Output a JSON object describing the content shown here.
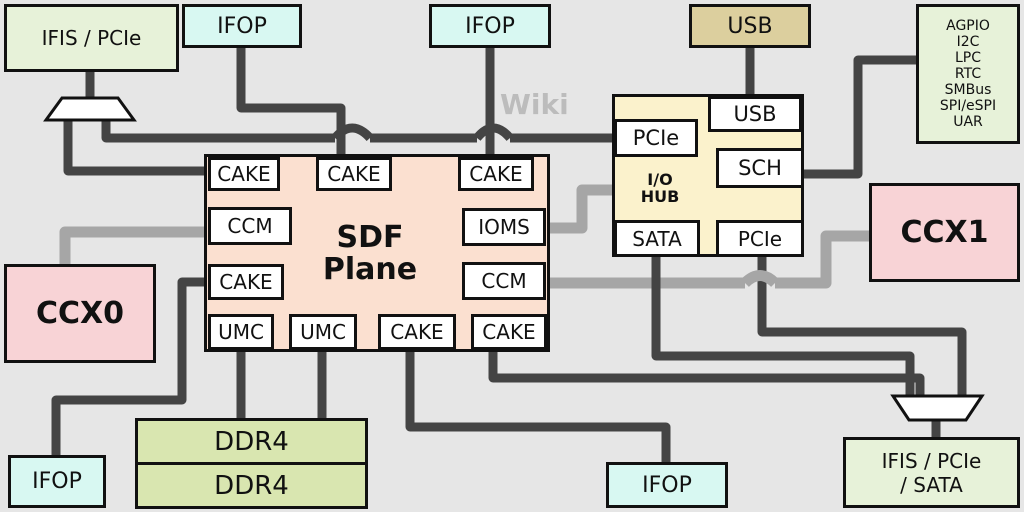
{
  "top": {
    "ifis_pcie": "IFIS / PCIe",
    "ifop_left": "IFOP",
    "ifop_center": "IFOP",
    "usb": "USB",
    "peripherals": [
      "AGPIO",
      "I2C",
      "LPC",
      "RTC",
      "SMBus",
      "SPI/eSPI",
      "UAR"
    ]
  },
  "sdf": {
    "title_line1": "SDF",
    "title_line2": "Plane",
    "ports": {
      "cake_tl": "CAKE",
      "cake_tm": "CAKE",
      "cake_tr": "CAKE",
      "ccm_left": "CCM",
      "ioms": "IOMS",
      "cake_ml": "CAKE",
      "ccm_right": "CCM",
      "umc_1": "UMC",
      "umc_2": "UMC",
      "cake_bm": "CAKE",
      "cake_br": "CAKE"
    }
  },
  "iohub": {
    "title_line1": "I/O",
    "title_line2": "HUB",
    "pcie_top": "PCIe",
    "usb": "USB",
    "sch": "SCH",
    "sata": "SATA",
    "pcie_bottom": "PCIe"
  },
  "ccx0": "CCX0",
  "ccx1": "CCX1",
  "ddr": [
    "DDR4",
    "DDR4"
  ],
  "bottom": {
    "ifop_left": "IFOP",
    "ifop_center": "IFOP",
    "ifis_pcie_sata_line1": "IFIS / PCIe",
    "ifis_pcie_sata_line2": "/ SATA"
  },
  "watermark": "Wiki",
  "colors": {
    "background": "#e6e6e6",
    "dark_wire": "#444444",
    "light_wire": "#a6a6a6",
    "ifop": "#d8f8f2",
    "ifis": "#e7f2d9",
    "usb": "#dccf9e",
    "ccx": "#f8d3d6",
    "ddr": "#d9e6b0",
    "sdf_plane": "#fbe0d0",
    "io_hub": "#fbf2cc"
  }
}
